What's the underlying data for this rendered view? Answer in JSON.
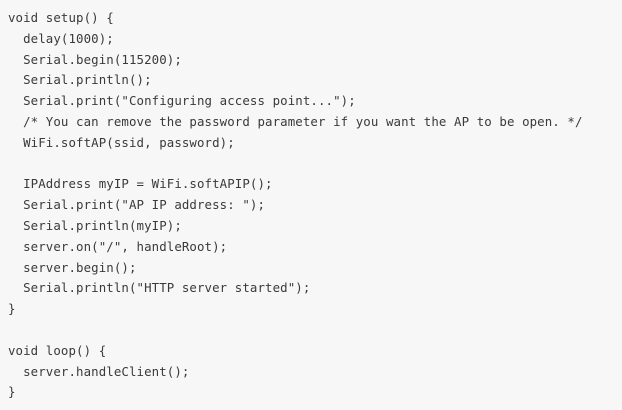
{
  "code": {
    "lines": [
      "void setup() {",
      "  delay(1000);",
      "  Serial.begin(115200);",
      "  Serial.println();",
      "  Serial.print(\"Configuring access point...\");",
      "  /* You can remove the password parameter if you want the AP to be open. */",
      "  WiFi.softAP(ssid, password);",
      "",
      "  IPAddress myIP = WiFi.softAPIP();",
      "  Serial.print(\"AP IP address: \");",
      "  Serial.println(myIP);",
      "  server.on(\"/\", handleRoot);",
      "  server.begin();",
      "  Serial.println(\"HTTP server started\");",
      "}",
      "",
      "void loop() {",
      "  server.handleClient();",
      "}"
    ]
  }
}
